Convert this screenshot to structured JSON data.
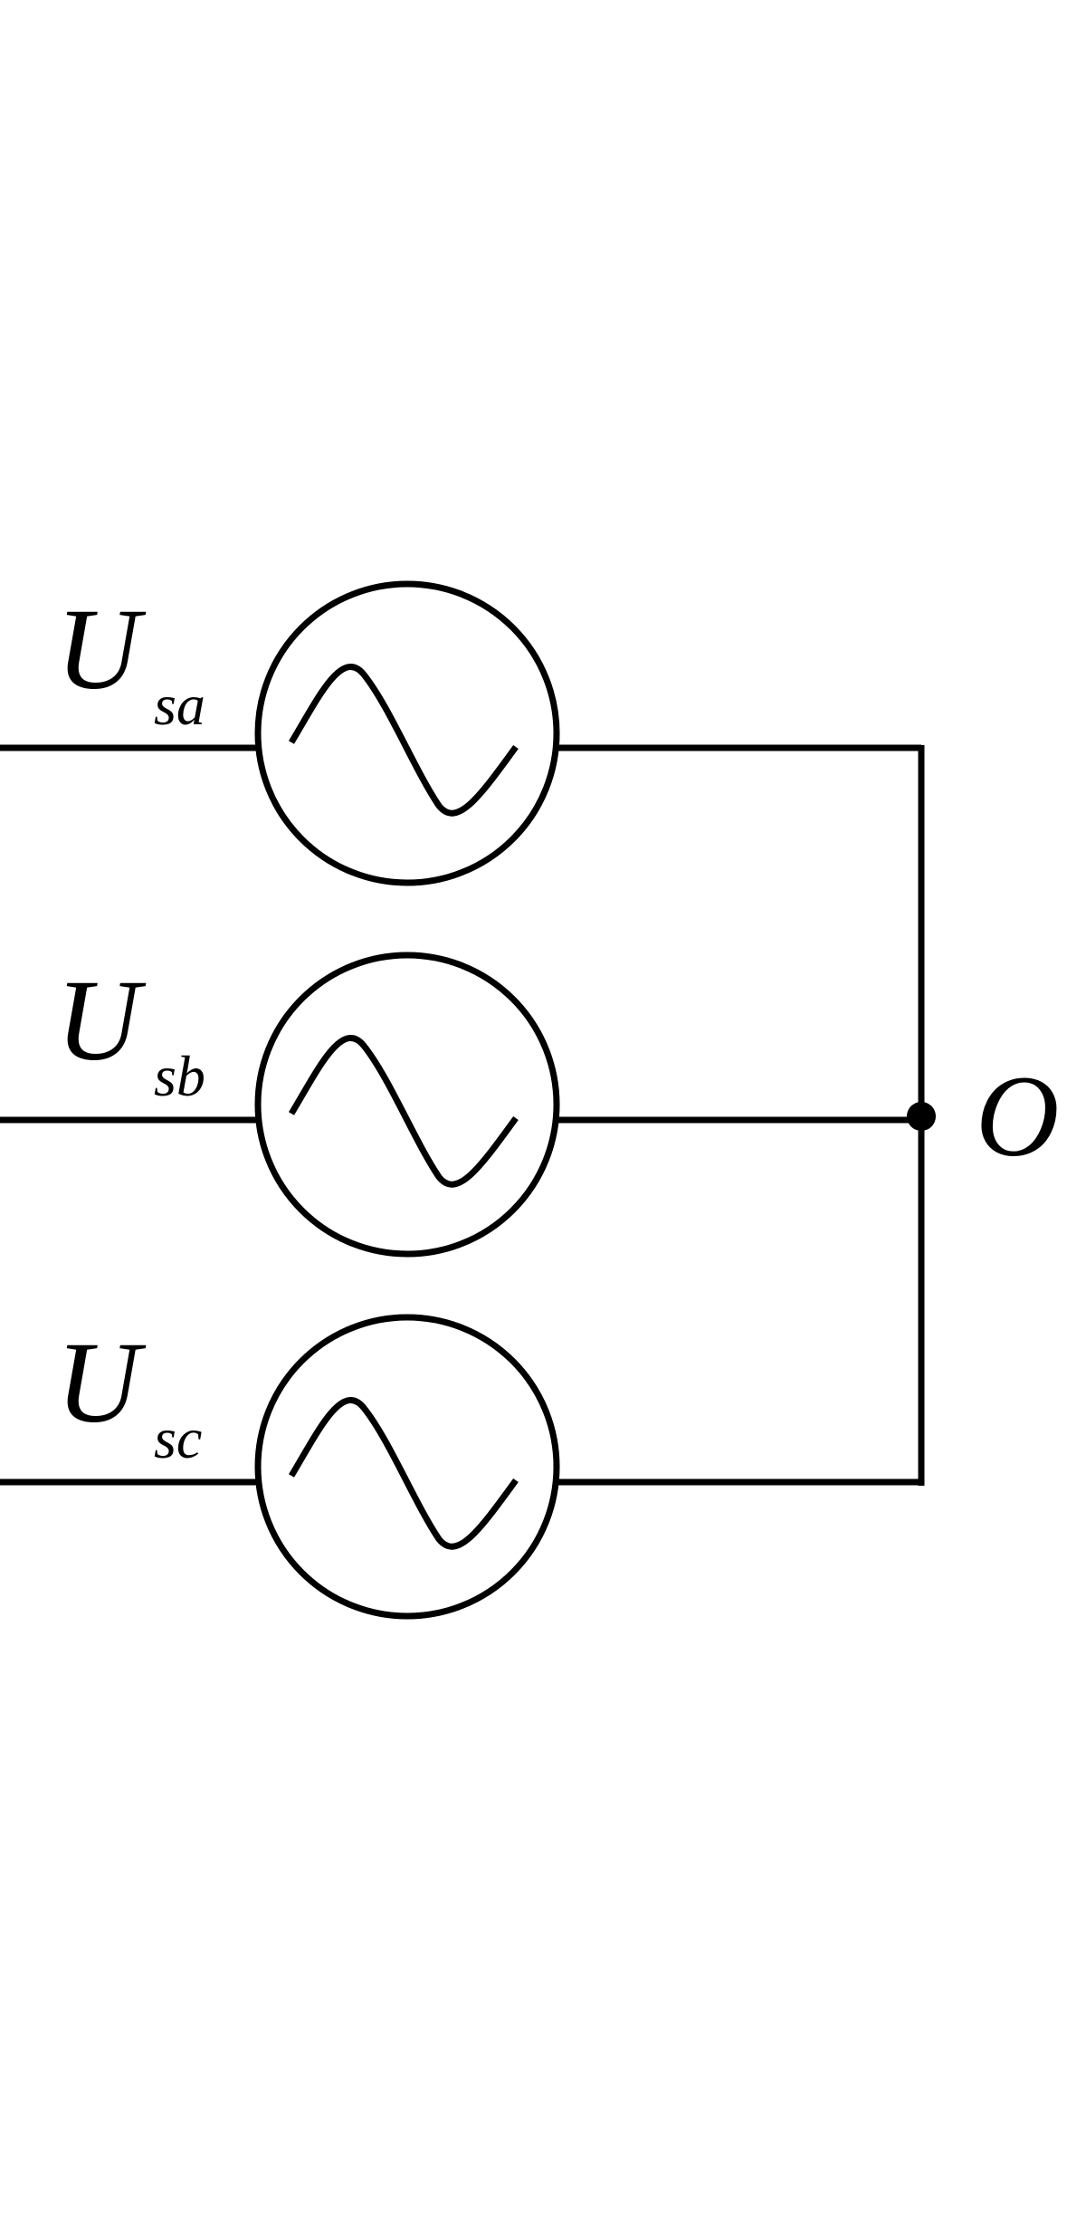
{
  "sources": [
    {
      "id": "a",
      "symbol": "U",
      "subscript": "sa"
    },
    {
      "id": "b",
      "symbol": "U",
      "subscript": "sb"
    },
    {
      "id": "c",
      "symbol": "U",
      "subscript": "sc"
    }
  ],
  "neutral_node": {
    "label": "O"
  },
  "colors": {
    "line": "#000000",
    "background": "#ffffff"
  }
}
